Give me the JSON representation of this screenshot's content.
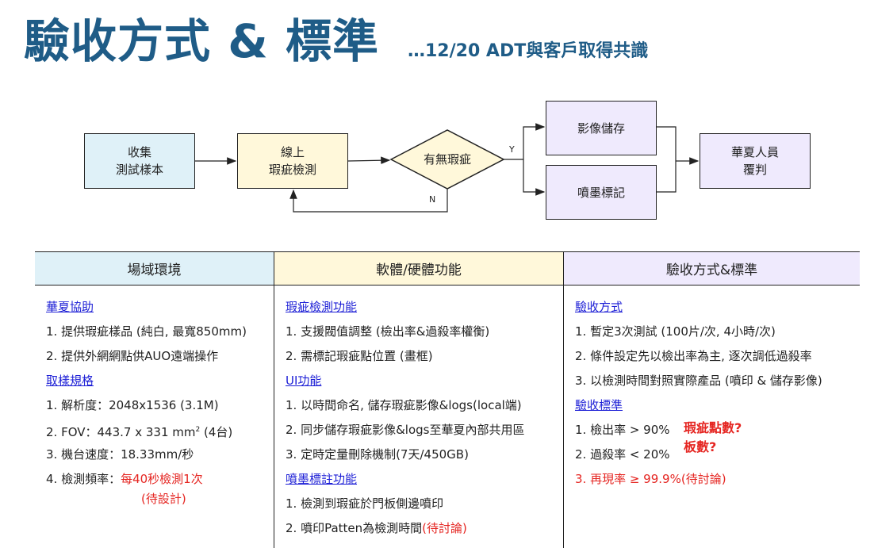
{
  "header": {
    "title": "驗收方式 & 標準",
    "subtitle": "…12/20 ADT與客戶取得共識"
  },
  "flow": {
    "collect": [
      "收集",
      "測試樣本"
    ],
    "inline": [
      "線上",
      "瑕疵檢測"
    ],
    "decision": "有無瑕疵",
    "yes": "Y",
    "no": "N",
    "store": "影像儲存",
    "mark": "噴墨標記",
    "judge": [
      "華夏人員",
      "覆判"
    ]
  },
  "columns": [
    {
      "header": "場域環境",
      "sec1": "華夏協助",
      "items1": [
        "1. 提供瑕疵樣品 (純白, 最寬850mm)",
        "2. 提供外網網點供AUO遠端操作"
      ],
      "sec2": "取樣規格",
      "item_res": "1.  解析度：2048x1536 (3.1M)",
      "fov_prefix": "2. FOV：443.7 x 331 mm",
      "fov_sup": "2",
      "fov_suffix": " (4台)",
      "item_speed": "3. 機台速度：18.33mm/秒",
      "freq_prefix": "4. 檢測頻率：",
      "freq_red": "每40秒檢測1次",
      "freq_note": "(待設計)"
    },
    {
      "header": "軟體/硬體功能",
      "sec1": "瑕疵檢測功能",
      "items1": [
        "1. 支援閥值調整 (檢出率&過殺率權衡)",
        "2. 需標記瑕疵點位置 (畫框)"
      ],
      "sec2": "UI功能",
      "items2": [
        "1. 以時間命名, 儲存瑕疵影像&logs(local端)",
        "2. 同步儲存瑕疵影像&logs至華夏內部共用區",
        "3. 定時定量刪除機制(7天/450GB)"
      ],
      "sec3": "噴墨標註功能",
      "item_print1": "1. 檢測到瑕疵於門板側邊噴印",
      "print2_prefix": "2. 噴印Patten為檢測時間",
      "print2_red": "(待討論)"
    },
    {
      "header": "驗收方式&標準",
      "sec1": "驗收方式",
      "items1": [
        "1. 暫定3次測試 (100片/次, 4小時/次)",
        "2. 條件設定先以檢出率為主, 逐次調低過殺率",
        "3. 以檢測時間對照實際產品 (噴印 & 儲存影像)"
      ],
      "sec2": "驗收標準",
      "items2": [
        "1. 檢出率 > 90%",
        "2. 過殺率 < 20%"
      ],
      "item_red": "3. 再現率 ≥ 99.9%(待討論)",
      "note": [
        "瑕疵點數?",
        "板數?"
      ]
    }
  ],
  "colors": {
    "title": "#1f5c87",
    "link": "#1d1fd6",
    "alert": "#e52521",
    "box_blue": "#dff1f8",
    "box_yellow": "#fff8da",
    "box_purple": "#efeafd"
  }
}
